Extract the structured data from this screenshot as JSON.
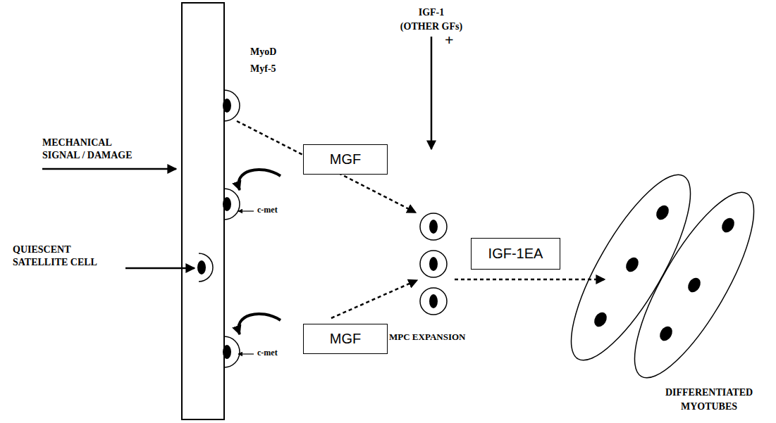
{
  "diagram": {
    "nodes": [
      {
        "text": [
          "MGF"
        ]
      },
      {
        "text": [
          "IGF-1EA"
        ]
      },
      {
        "text": [
          "MGF"
        ]
      }
    ],
    "labels": [
      "IGF-1 (OTHER GFs)",
      "+",
      "MyoD Myf-5",
      "MECHANICAL SIGNAL / DAMAGE",
      "c-met",
      "QUIESCENT SATELLITE CELL",
      "MPC EXPANSION",
      "c-met",
      "DIFFERENTIATED MYOTUBES"
    ]
  }
}
